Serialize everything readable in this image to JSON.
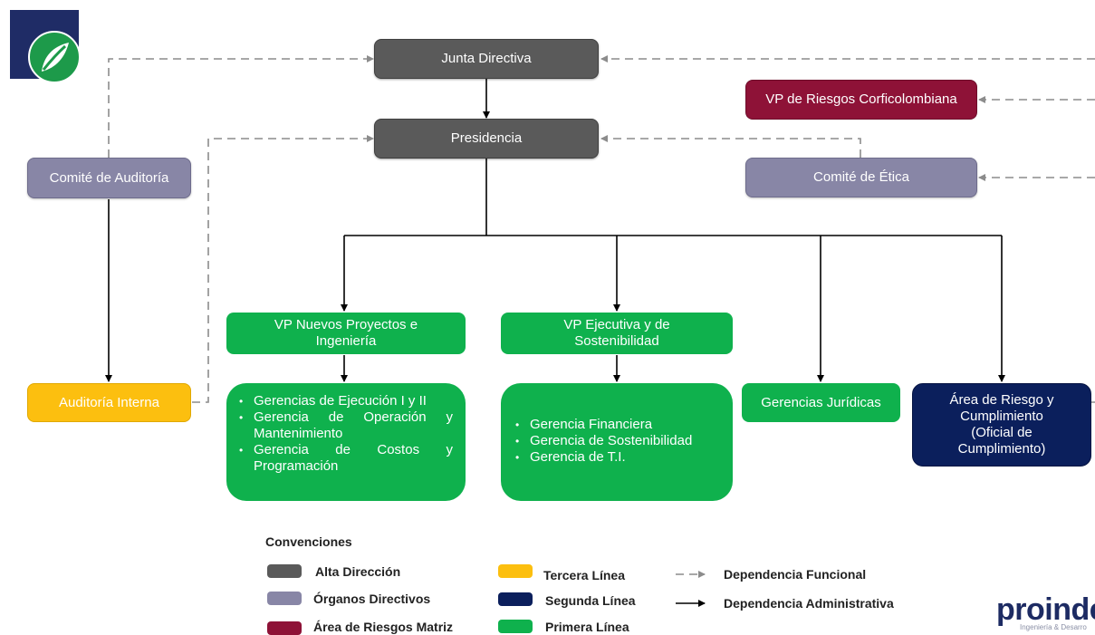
{
  "boxes": {
    "junta": "Junta Directiva",
    "presidencia": "Presidencia",
    "vp_riesgos": "VP de Riesgos Corficolombiana",
    "comite_auditoria": "Comité de Auditoría",
    "comite_etica": "Comité de Ética",
    "auditoria_interna": "Auditoría Interna",
    "vp_nuevos_1": "VP Nuevos Proyectos e",
    "vp_nuevos_2": "Ingeniería",
    "vp_ejecutiva_1": "VP Ejecutiva y de",
    "vp_ejecutiva_2": "Sostenibilidad",
    "gerencias_juridicas": "Gerencias Jurídicas",
    "area_riesgo_1": "Área de Riesgo y",
    "area_riesgo_2": "Cumplimiento",
    "area_riesgo_3": "(Oficial de",
    "area_riesgo_4": "Cumplimiento)"
  },
  "lists": {
    "nuevos_proyectos": [
      "Gerencias de Ejecución I y II",
      "Gerencia de Operación y Mantenimiento",
      "Gerencia de Costos y Programación"
    ],
    "ejecutiva": [
      "Gerencia Financiera",
      "Gerencia de Sostenibilidad",
      "Gerencia de T.I."
    ]
  },
  "legend": {
    "title": "Convenciones",
    "alta": "Alta Dirección",
    "organos": "Órganos Directivos",
    "riesgos_matriz": "Área de Riesgos Matriz",
    "tercera": "Tercera Línea",
    "segunda": "Segunda Línea",
    "primera": "Primera Línea",
    "funcional": "Dependencia Funcional",
    "administrativa": "Dependencia Administrativa"
  },
  "colors": {
    "alta_direccion": "#5a5a5a",
    "organos_directivos": "#8886a6",
    "area_riesgos_matriz": "#8e1237",
    "tercera_linea": "#fcbf0f",
    "segunda_linea": "#0b1f5c",
    "primera_linea": "#0fb14d"
  },
  "brand": {
    "name": "proinde",
    "tagline": "Ingeniería & Desarro"
  },
  "icons": {
    "logo": "leaf-road-icon"
  }
}
